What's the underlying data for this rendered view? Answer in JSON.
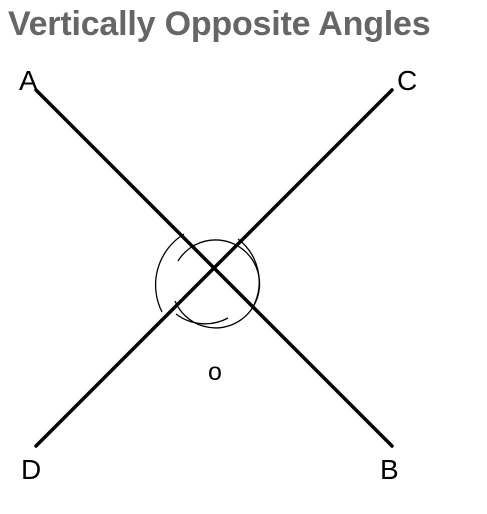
{
  "title": "Vertically Opposite Angles",
  "labels": {
    "a": "A",
    "b": "B",
    "c": "C",
    "d": "D",
    "o": "o"
  },
  "colors": {
    "title": "#666666",
    "lines": "#000000",
    "text": "#000000"
  }
}
